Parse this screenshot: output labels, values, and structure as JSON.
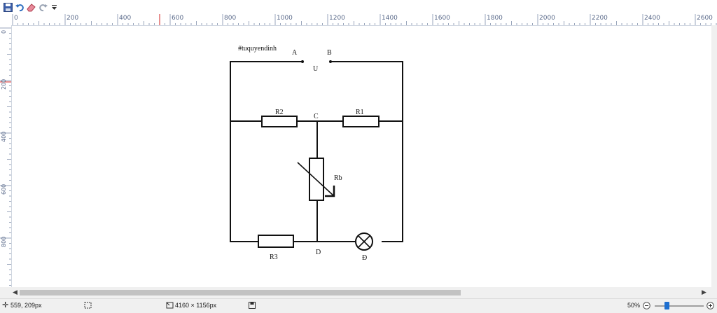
{
  "toolbar": {
    "icons": [
      "save-icon",
      "undo-icon",
      "eraser-icon",
      "redo-icon",
      "customize-dropdown-icon"
    ]
  },
  "ruler": {
    "horizontal_labels": [
      "0",
      "200",
      "400",
      "600",
      "800",
      "1000",
      "1200",
      "1400",
      "1600",
      "1800",
      "2000",
      "2200",
      "2400",
      "2600"
    ],
    "vertical_labels": [
      "0",
      "200",
      "400",
      "600",
      "800"
    ]
  },
  "circuit": {
    "watermark": "#tuquyendinh",
    "node_a": "A",
    "node_b": "B",
    "voltage": "U",
    "node_c": "C",
    "node_d": "D",
    "r1": "R1",
    "r2": "R2",
    "r3": "R3",
    "rb": "Rb",
    "lamp": "Đ"
  },
  "status": {
    "cursor_pos": "559, 209px",
    "image_size": "4160 × 1156px",
    "zoom": "50%"
  },
  "colors": {
    "ruler_text": "#5a6a8a",
    "ruler_marker": "#d02020",
    "zoom_thumb": "#1e6fd0"
  }
}
